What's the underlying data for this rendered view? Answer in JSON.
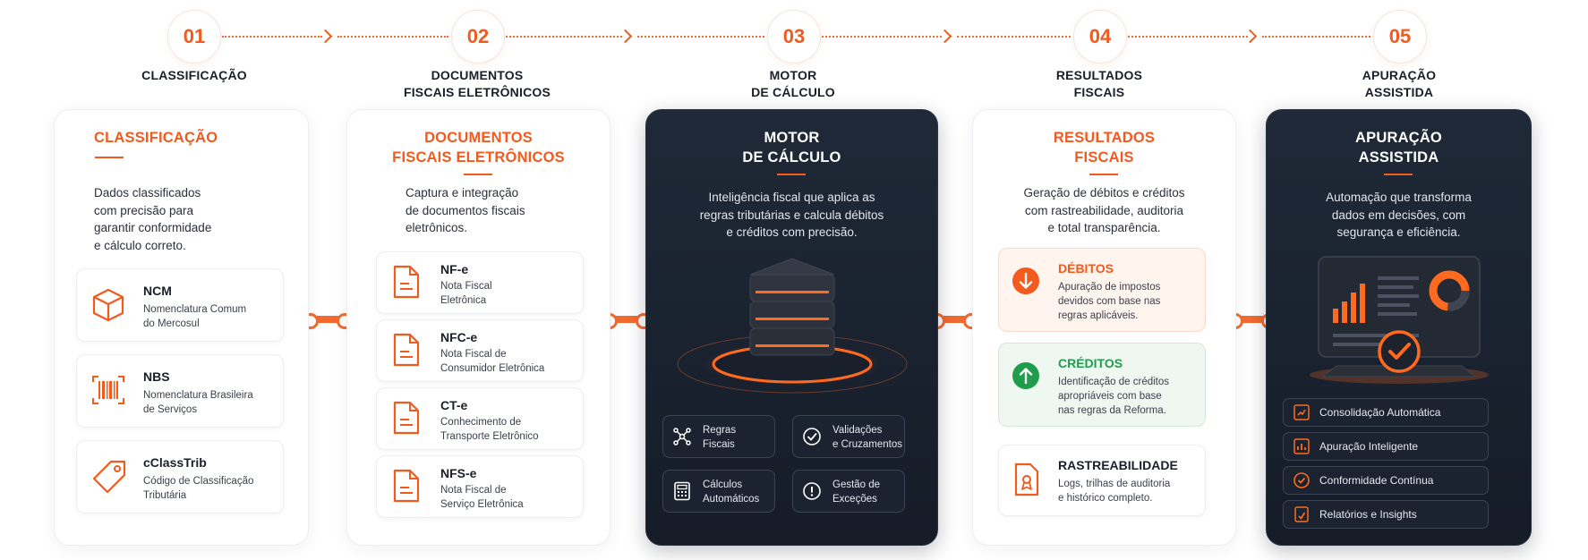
{
  "steps": [
    {
      "num": "01",
      "label": "CLASSIFICAÇÃO"
    },
    {
      "num": "02",
      "label": "DOCUMENTOS\nFISCAIS ELETRÔNICOS"
    },
    {
      "num": "03",
      "label": "MOTOR\nDE CÁLCULO"
    },
    {
      "num": "04",
      "label": "RESULTADOS\nFISCAIS"
    },
    {
      "num": "05",
      "label": "APURAÇÃO\nASSISTIDA"
    }
  ],
  "card1": {
    "title": "CLASSIFICAÇÃO",
    "desc": "Dados classificados\ncom precisão para\ngarantir conformidade\ne cálculo correto.",
    "items": [
      {
        "title": "NCM",
        "desc": "Nomenclatura Comum\ndo Mercosul",
        "icon": "cube-icon"
      },
      {
        "title": "NBS",
        "desc": "Nomenclatura Brasileira\nde Serviços",
        "icon": "barcode-icon"
      },
      {
        "title": "cClassTrib",
        "desc": "Código de Classificação\nTributária",
        "icon": "tag-icon"
      }
    ]
  },
  "card2": {
    "title": "DOCUMENTOS\nFISCAIS ELETRÔNICOS",
    "desc": "Captura e integração\nde documentos fiscais\neletrônicos.",
    "items": [
      {
        "title": "NF-e",
        "desc": "Nota Fiscal\nEletrônica"
      },
      {
        "title": "NFC-e",
        "desc": "Nota Fiscal de\nConsumidor Eletrônica"
      },
      {
        "title": "CT-e",
        "desc": "Conhecimento de\nTransporte Eletrônico"
      },
      {
        "title": "NFS-e",
        "desc": "Nota Fiscal de\nServiço Eletrônica"
      }
    ]
  },
  "card3": {
    "title": "MOTOR\nDE CÁLCULO",
    "desc": "Inteligência fiscal que aplica as\nregras tributárias e calcula débitos\ne créditos com precisão.",
    "tiles": [
      {
        "label": "Regras\nFiscais",
        "icon": "network-icon"
      },
      {
        "label": "Validações\ne Cruzamentos",
        "icon": "check-circle-icon"
      },
      {
        "label": "Cálculos\nAutomáticos",
        "icon": "calculator-icon"
      },
      {
        "label": "Gestão de\nExceções",
        "icon": "alert-icon"
      }
    ]
  },
  "card4": {
    "title": "RESULTADOS\nFISCAIS",
    "desc": "Geração de débitos e créditos\ncom rastreabilidade, auditoria\ne total transparência.",
    "debitos": {
      "title": "DÉBITOS",
      "desc": "Apuração de impostos\ndevidos com base nas\nregras aplicáveis.",
      "color": "#f25a1e"
    },
    "creditos": {
      "title": "CRÉDITOS",
      "desc": "Identificação de créditos\napropriáveis com base\nnas regras da Reforma.",
      "color": "#1f9d4c"
    },
    "rastreabilidade": {
      "title": "RASTREABILIDADE",
      "desc": "Logs, trilhas de auditoria\ne histórico completo."
    }
  },
  "card5": {
    "title": "APURAÇÃO\nASSISTIDA",
    "desc": "Automação que transforma\ndados em decisões, com\nsegurança e eficiência.",
    "list": [
      {
        "label": "Consolidação Automática",
        "icon": "consolidation-icon"
      },
      {
        "label": "Apuração Inteligente",
        "icon": "chart-icon"
      },
      {
        "label": "Conformidade Contínua",
        "icon": "check-icon"
      },
      {
        "label": "Relatórios e Insights",
        "icon": "report-icon"
      }
    ]
  },
  "colors": {
    "accent": "#f25a1e",
    "dark_card": "#1b2330",
    "green": "#1f9d4c"
  }
}
